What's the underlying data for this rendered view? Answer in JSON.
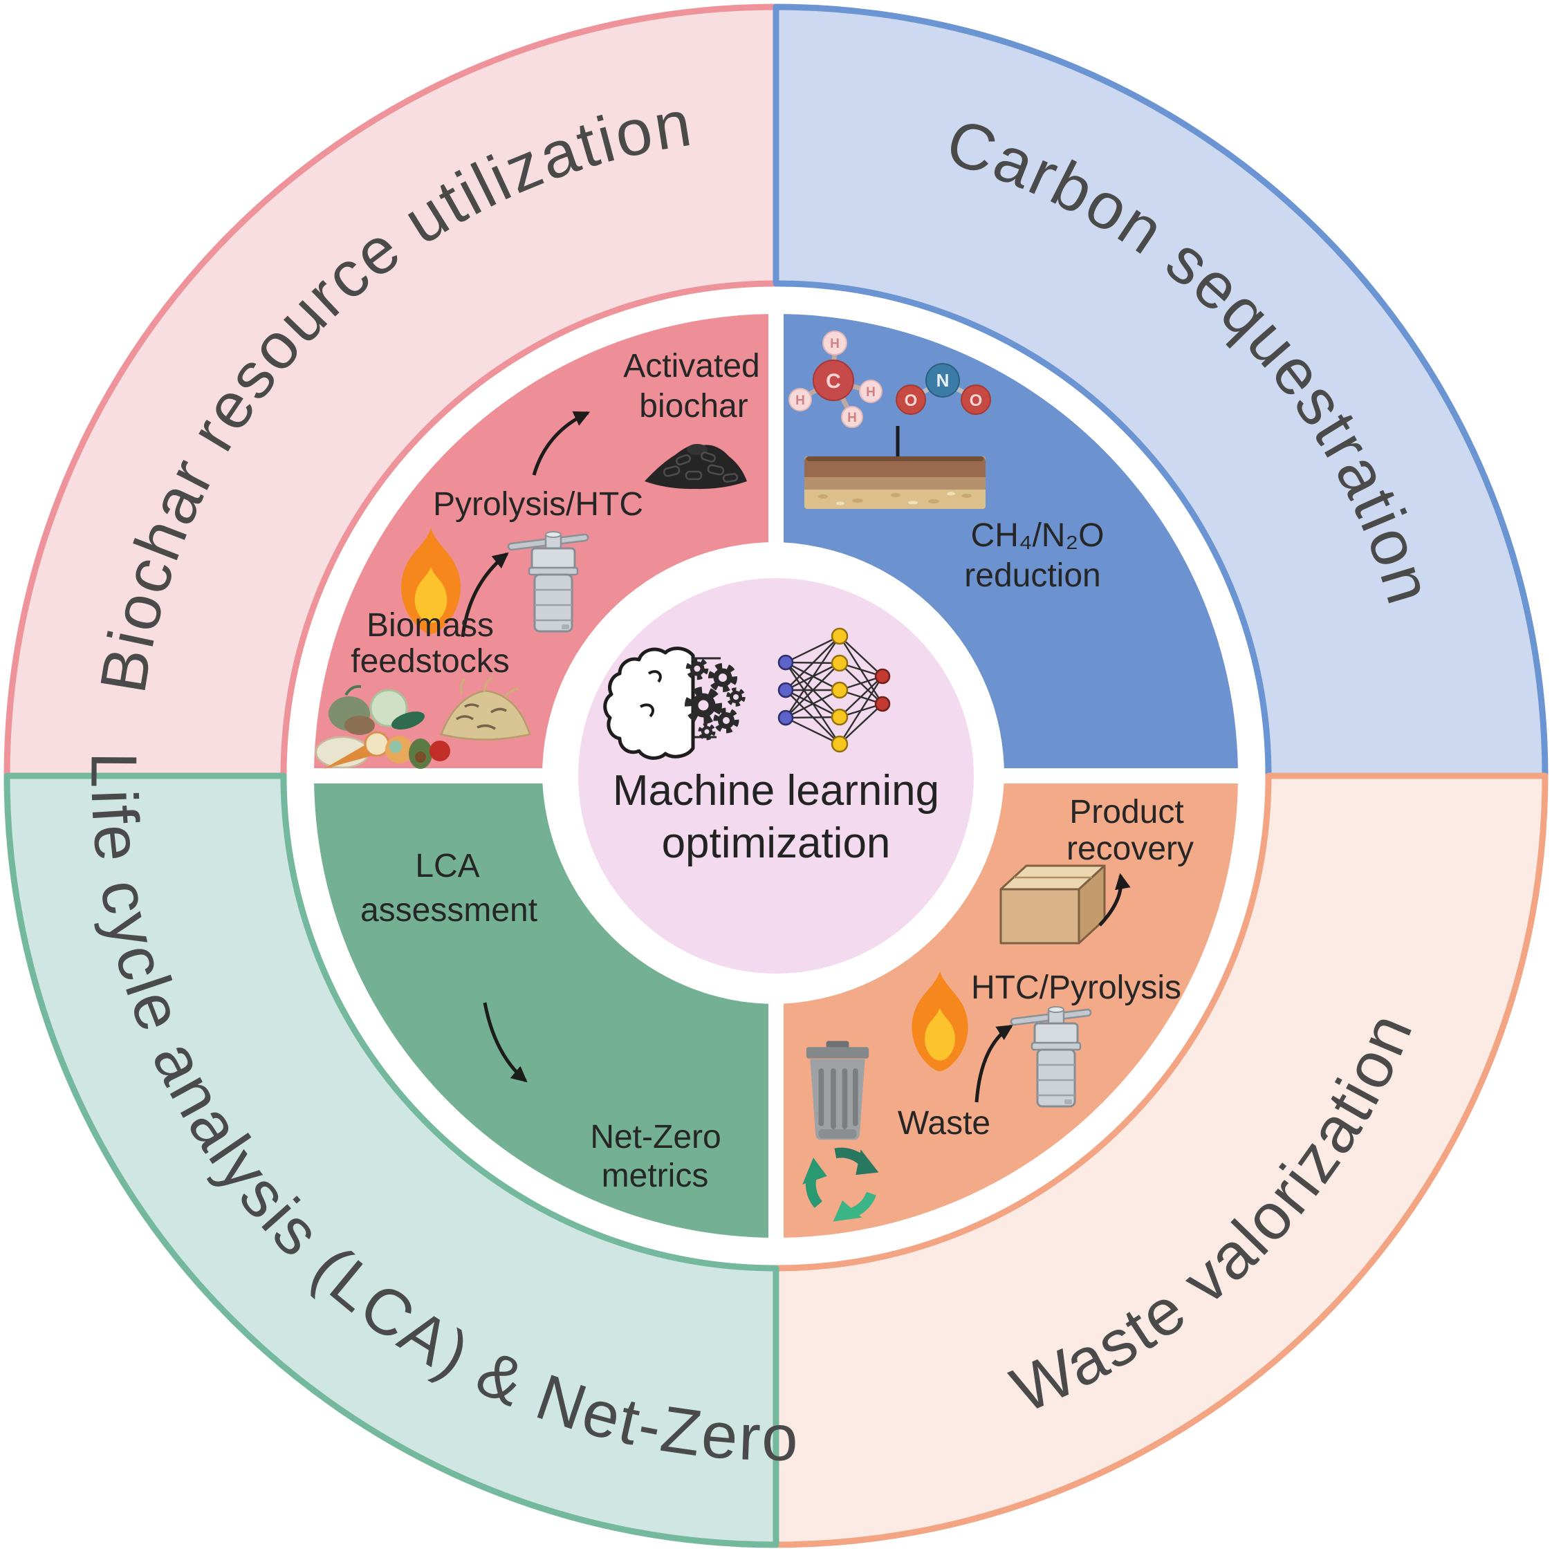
{
  "center": {
    "line1": "Machine learning",
    "line2": "optimization"
  },
  "quadrants": {
    "biochar": {
      "outer_label": "Biochar resource utilization",
      "activated_line1": "Activated",
      "activated_line2": "biochar",
      "process": "Pyrolysis/HTC",
      "feed_line1": "Biomass",
      "feed_line2": "feedstocks"
    },
    "carbon": {
      "outer_label": "Carbon sequestration",
      "reduction_line1": "CH₄/N₂O",
      "reduction_line2": "reduction"
    },
    "waste": {
      "outer_label": "Waste valorization",
      "product_line1": "Product",
      "product_line2": "recovery",
      "process": "HTC/Pyrolysis",
      "waste_label": "Waste"
    },
    "lca": {
      "outer_label": "Life cycle analysis (LCA) & Net-Zero",
      "lca_line1": "LCA",
      "lca_line2": "assessment",
      "netzero_line1": "Net-Zero",
      "netzero_line2": "metrics"
    }
  },
  "molecules": {
    "c": "C",
    "h": "H",
    "n": "N",
    "o": "O"
  },
  "colors": {
    "biochar_outer_fill": "#f8dee1",
    "biochar_accent": "#ef939b",
    "biochar_inner_fill": "#ee8f98",
    "carbon_outer_fill": "#cdd9f0",
    "carbon_accent": "#6a94d2",
    "carbon_inner_fill": "#6c93cf",
    "waste_outer_fill": "#fcebe4",
    "waste_accent": "#f2a483",
    "waste_inner_fill": "#f3aa88",
    "lca_outer_fill": "#cfe6e2",
    "lca_accent": "#74b99e",
    "lca_inner_fill": "#74b194",
    "center_fill": "#f3daee",
    "outer_label_color": "#4a4a4a",
    "inner_label_color": "#262626"
  },
  "icons": {
    "center": [
      "brain-gears-icon",
      "neural-network-icon"
    ],
    "biochar": [
      "flame-icon",
      "autoclave-reactor-icon",
      "charcoal-pile-icon",
      "vegetable-waste-icon",
      "straw-biomass-icon",
      "curved-arrow-icon"
    ],
    "carbon": [
      "methane-molecule-icon",
      "nitrous-oxide-molecule-icon",
      "soil-layers-icon",
      "down-arrow-icon"
    ],
    "waste": [
      "cardboard-box-icon",
      "flame-icon",
      "autoclave-reactor-icon",
      "trash-can-icon",
      "recycle-icon",
      "curved-arrow-icon"
    ],
    "lca": [
      "curved-arrow-icon"
    ]
  }
}
